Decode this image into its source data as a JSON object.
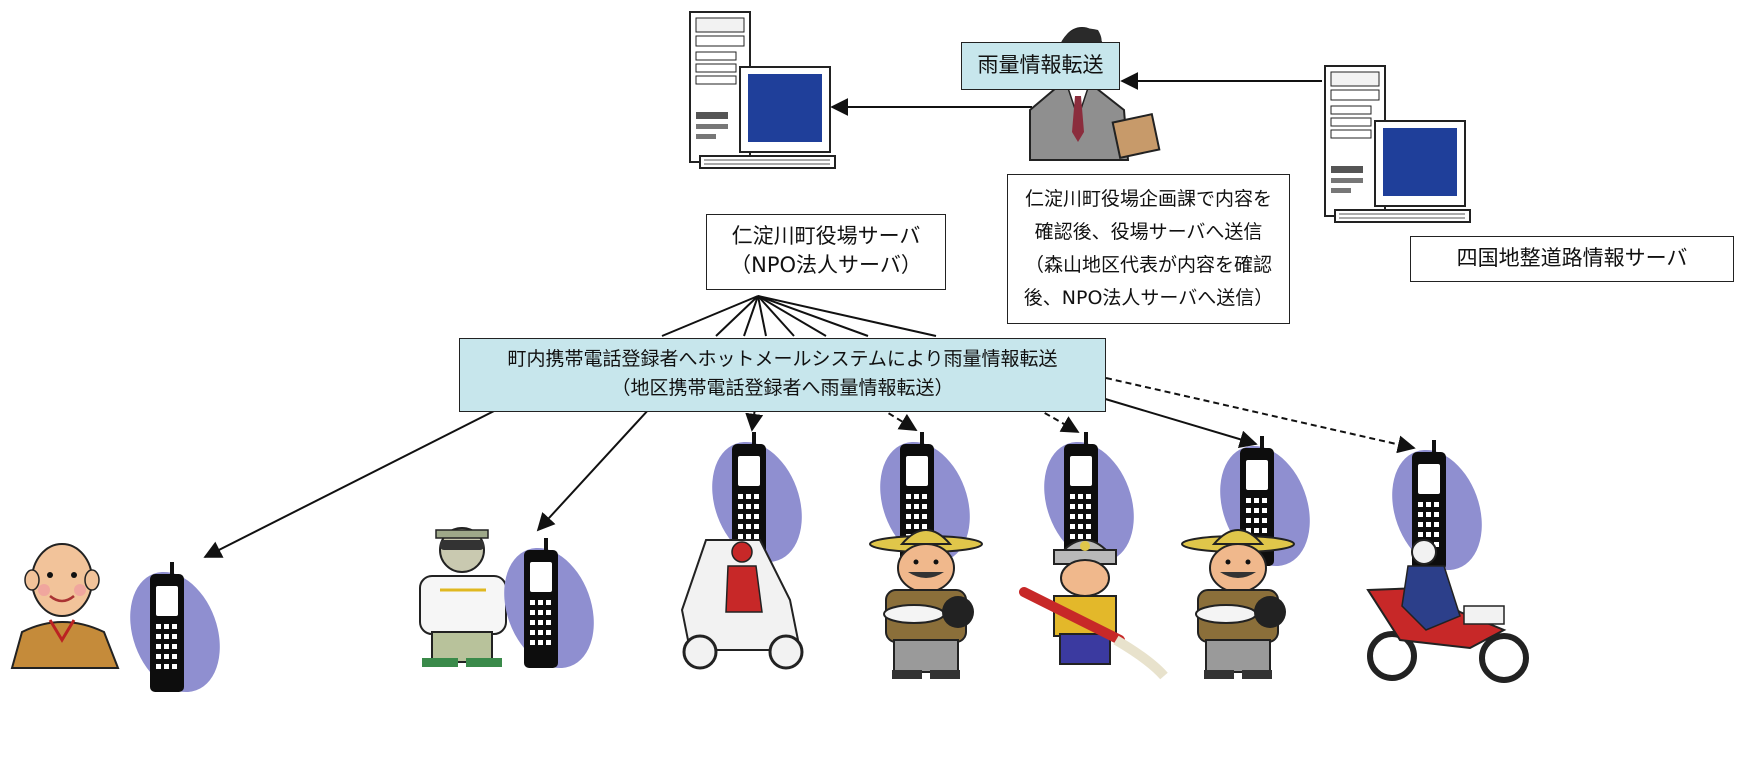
{
  "transfer_label": "雨量情報転送",
  "town_server": {
    "line1": "仁淀川町役場サーバ",
    "line2": "（NPO法人サーバ）"
  },
  "planning_note": {
    "line1": "仁淀川町役場企画課で内容を",
    "line2": "確認後、役場サーバへ送信",
    "line3": "（森山地区代表が内容を確認",
    "line4": "後、NPO法人サーバへ送信）"
  },
  "shikoku_server": "四国地整道路情報サーバ",
  "broadcast": {
    "line1": "町内携帯電話登録者へホットメールシステムにより雨量情報転送",
    "line2": "（地区携帯電話登録者へ雨量情報転送）"
  },
  "recipients": [
    {
      "icon": "elderly-man"
    },
    {
      "icon": "farmer"
    },
    {
      "icon": "delivery-scooter"
    },
    {
      "icon": "construction-worker"
    },
    {
      "icon": "firefighter"
    },
    {
      "icon": "construction-worker"
    },
    {
      "icon": "police-motorcycle"
    }
  ],
  "colors": {
    "label_fill": "#c7e6ec",
    "phone_ellipse": "#8f8fd0",
    "screen": "#1f3f9a"
  }
}
